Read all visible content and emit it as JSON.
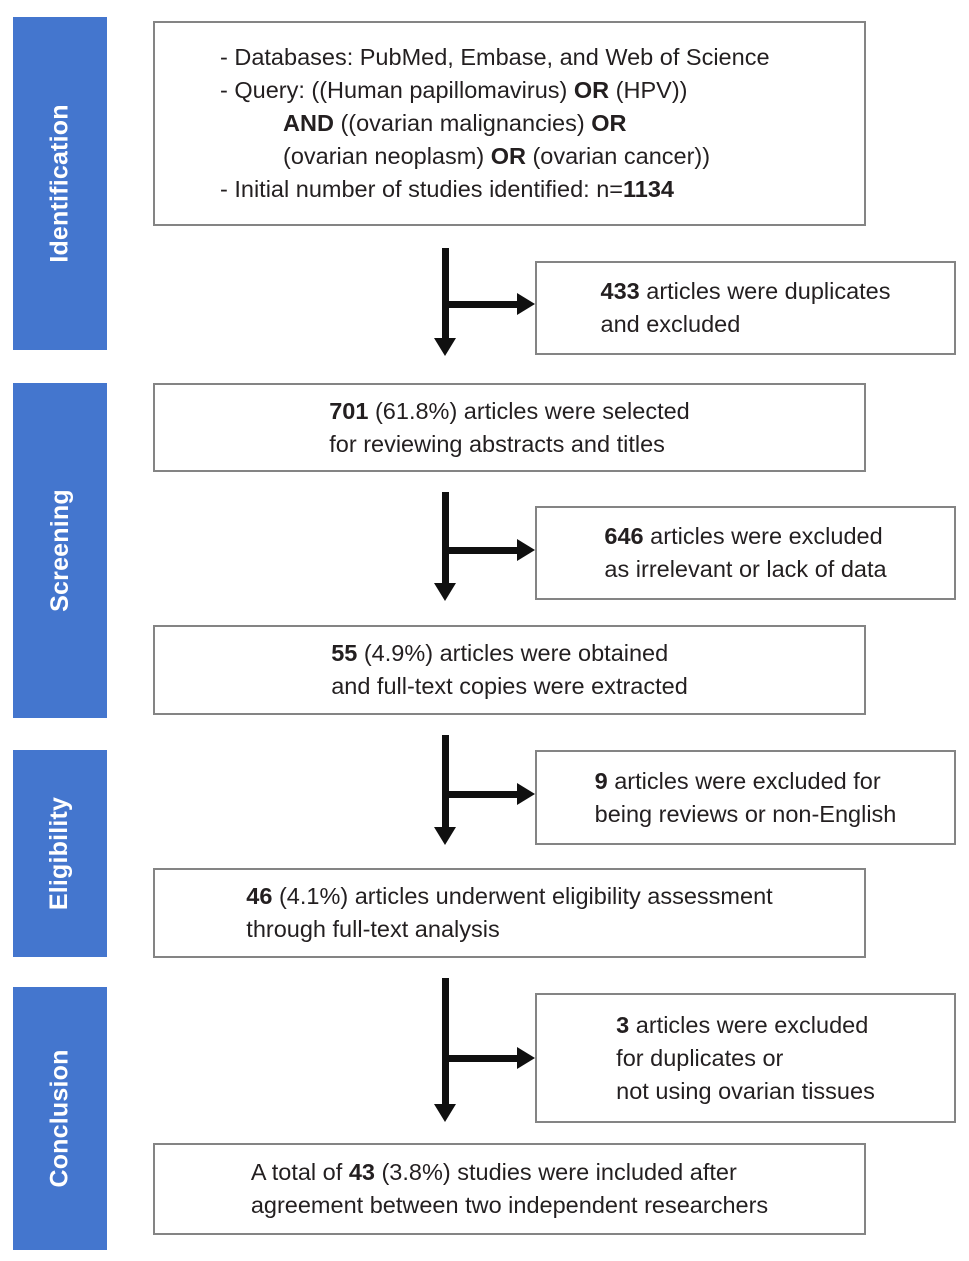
{
  "diagram": {
    "type": "prisma-flow-diagram",
    "accent_color": "#4476ce",
    "box_border_color": "#848484",
    "text_color": "#231f20",
    "arrow_color": "#101010"
  },
  "stages": [
    {
      "label": "Identification"
    },
    {
      "label": "Screening"
    },
    {
      "label": "Eligibility"
    },
    {
      "label": "Conclusion"
    }
  ],
  "boxes": {
    "identification": {
      "lines": [
        {
          "segments": [
            {
              "text": "- Databases: PubMed, Embase, and Web of Science",
              "bold": false
            }
          ]
        },
        {
          "segments": [
            {
              "text": "- Query: ((Human papillomavirus) ",
              "bold": false
            },
            {
              "text": "OR",
              "bold": true
            },
            {
              "text": " (HPV))",
              "bold": false
            }
          ]
        },
        {
          "indent": true,
          "segments": [
            {
              "text": "AND",
              "bold": true
            },
            {
              "text": " ((ovarian malignancies) ",
              "bold": false
            },
            {
              "text": "OR",
              "bold": true
            }
          ]
        },
        {
          "indent": true,
          "segments": [
            {
              "text": "(ovarian neoplasm) ",
              "bold": false
            },
            {
              "text": "OR",
              "bold": true
            },
            {
              "text": " (ovarian cancer))",
              "bold": false
            }
          ]
        },
        {
          "segments": [
            {
              "text": "- Initial number of studies identified: n=",
              "bold": false
            },
            {
              "text": "1134",
              "bold": true
            }
          ]
        }
      ]
    },
    "duplicates_excluded": {
      "lines": [
        {
          "segments": [
            {
              "text": "433",
              "bold": true
            },
            {
              "text": " articles were duplicates",
              "bold": false
            }
          ]
        },
        {
          "segments": [
            {
              "text": "and excluded",
              "bold": false
            }
          ]
        }
      ]
    },
    "selected_abstracts": {
      "lines": [
        {
          "segments": [
            {
              "text": "701",
              "bold": true
            },
            {
              "text": " (61.8%) articles were selected",
              "bold": false
            }
          ]
        },
        {
          "segments": [
            {
              "text": "for reviewing abstracts and titles",
              "bold": false
            }
          ]
        }
      ]
    },
    "irrelevant_excluded": {
      "lines": [
        {
          "segments": [
            {
              "text": "646",
              "bold": true
            },
            {
              "text": " articles were excluded",
              "bold": false
            }
          ]
        },
        {
          "segments": [
            {
              "text": "as irrelevant or lack of data",
              "bold": false
            }
          ]
        }
      ]
    },
    "fulltext_obtained": {
      "lines": [
        {
          "segments": [
            {
              "text": "55",
              "bold": true
            },
            {
              "text": " (4.9%) articles were obtained",
              "bold": false
            }
          ]
        },
        {
          "segments": [
            {
              "text": "and full-text copies were extracted",
              "bold": false
            }
          ]
        }
      ]
    },
    "reviews_excluded": {
      "lines": [
        {
          "segments": [
            {
              "text": "9",
              "bold": true
            },
            {
              "text": " articles were excluded for",
              "bold": false
            }
          ]
        },
        {
          "segments": [
            {
              "text": "being reviews or non-English",
              "bold": false
            }
          ]
        }
      ]
    },
    "eligibility_assessed": {
      "lines": [
        {
          "segments": [
            {
              "text": "46",
              "bold": true
            },
            {
              "text": " (4.1%) articles underwent eligibility assessment",
              "bold": false
            }
          ]
        },
        {
          "segments": [
            {
              "text": "through full-text analysis",
              "bold": false
            }
          ]
        }
      ]
    },
    "duplicates_tissue_excluded": {
      "lines": [
        {
          "segments": [
            {
              "text": "3",
              "bold": true
            },
            {
              "text": " articles were excluded",
              "bold": false
            }
          ]
        },
        {
          "segments": [
            {
              "text": "for duplicates or",
              "bold": false
            }
          ]
        },
        {
          "segments": [
            {
              "text": "not using ovarian tissues",
              "bold": false
            }
          ]
        }
      ]
    },
    "included_total": {
      "lines": [
        {
          "segments": [
            {
              "text": "A total of ",
              "bold": false
            },
            {
              "text": "43",
              "bold": true
            },
            {
              "text": " (3.8%) studies were included after",
              "bold": false
            }
          ]
        },
        {
          "segments": [
            {
              "text": "agreement between two independent researchers",
              "bold": false
            }
          ]
        }
      ]
    }
  },
  "counts": {
    "initial_identified": 1134,
    "duplicates_excluded": 433,
    "screened": 701,
    "screened_percent": "61.8%",
    "irrelevant_excluded": 646,
    "fulltext_obtained": 55,
    "fulltext_percent": "4.9%",
    "reviews_excluded": 9,
    "eligibility_assessed": 46,
    "eligibility_percent": "4.1%",
    "duplicates_tissue_excluded": 3,
    "included": 43,
    "included_percent": "3.8%"
  }
}
